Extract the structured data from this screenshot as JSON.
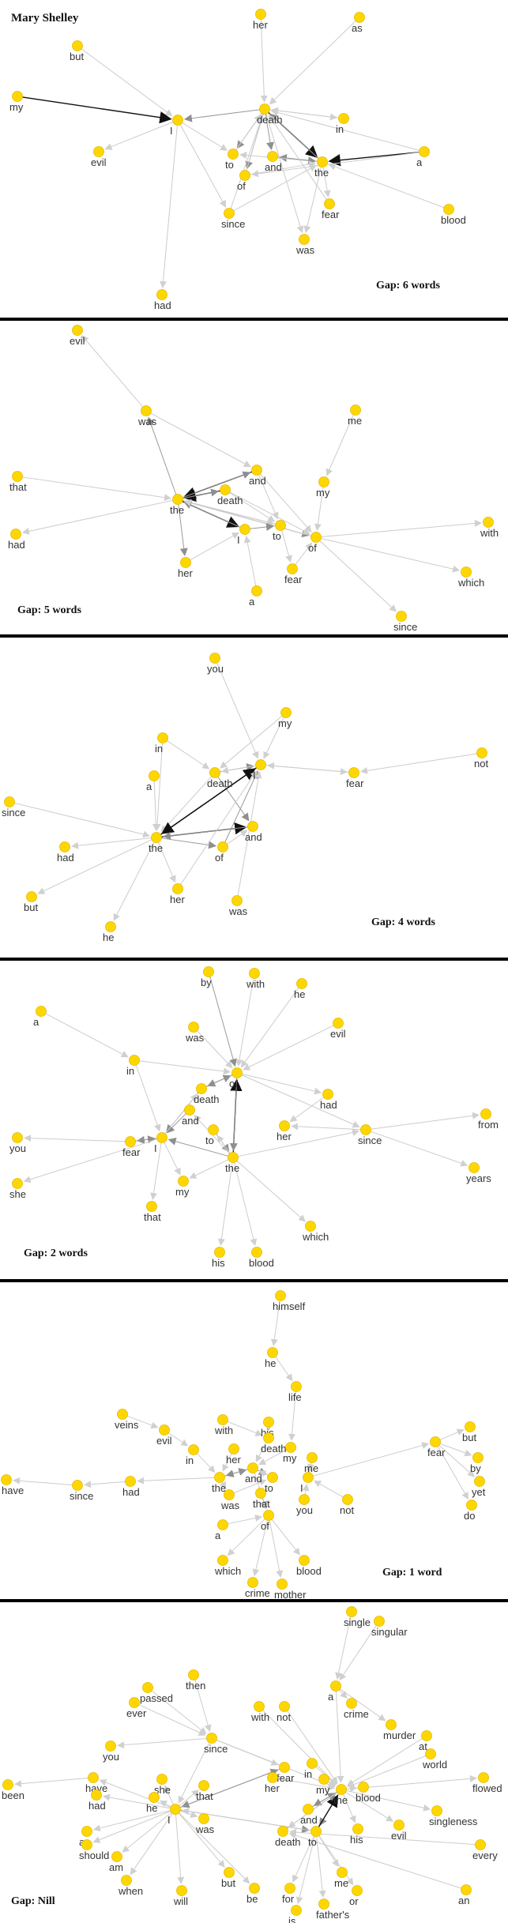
{
  "title": "Mary Shelley",
  "colors": {
    "node": "#FFD700",
    "node_stroke": "#E5B800",
    "separator": "#000000",
    "edge_light": "#CCCCCC",
    "edge_mid": "#999999",
    "edge_dark": "#111111"
  },
  "panels": [
    {
      "id": "gap-6",
      "label": "Gap: 6 words",
      "nodes": [
        "her",
        "as",
        "but",
        "my",
        "I",
        "death",
        "in",
        "evil",
        "to",
        "and",
        "the",
        "a",
        "of",
        "fear",
        "since",
        "blood",
        "was",
        "had"
      ],
      "edges": [
        [
          "but",
          "I",
          1
        ],
        [
          "my",
          "I",
          3
        ],
        [
          "I",
          "evil",
          1
        ],
        [
          "I",
          "to",
          1
        ],
        [
          "I",
          "since",
          1
        ],
        [
          "I",
          "had",
          1
        ],
        [
          "death",
          "I",
          2
        ],
        [
          "death",
          "the",
          3
        ],
        [
          "death",
          "to",
          2
        ],
        [
          "death",
          "and",
          2
        ],
        [
          "death",
          "of",
          2
        ],
        [
          "her",
          "death",
          1
        ],
        [
          "as",
          "death",
          1
        ],
        [
          "in",
          "death",
          1
        ],
        [
          "death",
          "in",
          1
        ],
        [
          "the",
          "death",
          2
        ],
        [
          "the",
          "and",
          2
        ],
        [
          "the",
          "to",
          1
        ],
        [
          "a",
          "the",
          3
        ],
        [
          "a",
          "death",
          1
        ],
        [
          "a",
          "of",
          1
        ],
        [
          "and",
          "the",
          2
        ],
        [
          "of",
          "the",
          1
        ],
        [
          "since",
          "the",
          1
        ],
        [
          "blood",
          "the",
          1
        ],
        [
          "the",
          "fear",
          1
        ],
        [
          "death",
          "was",
          1
        ],
        [
          "the",
          "was",
          1
        ],
        [
          "fear",
          "death",
          1
        ],
        [
          "to",
          "death",
          1
        ],
        [
          "of",
          "death",
          1
        ],
        [
          "since",
          "death",
          1
        ]
      ]
    },
    {
      "id": "gap-5",
      "label": "Gap: 5 words",
      "nodes": [
        "evil",
        "was",
        "me",
        "that",
        "and",
        "death",
        "my",
        "the",
        "had",
        "I",
        "to",
        "of",
        "with",
        "her",
        "fear",
        "which",
        "a",
        "since"
      ],
      "edges": [
        [
          "was",
          "evil",
          1
        ],
        [
          "the",
          "was",
          2
        ],
        [
          "that",
          "the",
          1
        ],
        [
          "the",
          "had",
          1
        ],
        [
          "death",
          "the",
          3
        ],
        [
          "and",
          "the",
          3
        ],
        [
          "the",
          "and",
          2
        ],
        [
          "the",
          "death",
          2
        ],
        [
          "the",
          "her",
          2
        ],
        [
          "the",
          "I",
          3
        ],
        [
          "I",
          "the",
          2
        ],
        [
          "the",
          "to",
          1
        ],
        [
          "to",
          "the",
          1
        ],
        [
          "the",
          "of",
          2
        ],
        [
          "of",
          "the",
          1
        ],
        [
          "I",
          "to",
          2
        ],
        [
          "death",
          "of",
          1
        ],
        [
          "and",
          "of",
          1
        ],
        [
          "me",
          "my",
          1
        ],
        [
          "my",
          "of",
          1
        ],
        [
          "of",
          "with",
          1
        ],
        [
          "of",
          "which",
          1
        ],
        [
          "of",
          "since",
          1
        ],
        [
          "fear",
          "of",
          1
        ],
        [
          "a",
          "I",
          1
        ],
        [
          "her",
          "I",
          1
        ],
        [
          "to",
          "fear",
          1
        ],
        [
          "death",
          "to",
          1
        ],
        [
          "and",
          "to",
          1
        ],
        [
          "was",
          "and",
          1
        ]
      ]
    },
    {
      "id": "gap-4",
      "label": "Gap: 4 words",
      "nodes": [
        "you",
        "my",
        "not",
        "in",
        "fear",
        "death",
        "I",
        "a",
        "since",
        "the",
        "and",
        "had",
        "of",
        "her",
        "but",
        "was",
        "he"
      ],
      "edges": [
        [
          "you",
          "I",
          1
        ],
        [
          "my",
          "I",
          1
        ],
        [
          "not",
          "fear",
          1
        ],
        [
          "fear",
          "I",
          1
        ],
        [
          "I",
          "fear",
          1
        ],
        [
          "death",
          "I",
          2
        ],
        [
          "death",
          "and",
          2
        ],
        [
          "death",
          "the",
          1
        ],
        [
          "the",
          "I",
          3
        ],
        [
          "I",
          "the",
          3
        ],
        [
          "the",
          "and",
          3
        ],
        [
          "and",
          "the",
          2
        ],
        [
          "the",
          "of",
          2
        ],
        [
          "of",
          "I",
          2
        ],
        [
          "of",
          "and",
          1
        ],
        [
          "in",
          "the",
          1
        ],
        [
          "a",
          "the",
          1
        ],
        [
          "since",
          "the",
          1
        ],
        [
          "the",
          "had",
          1
        ],
        [
          "the",
          "but",
          1
        ],
        [
          "the",
          "he",
          1
        ],
        [
          "the",
          "her",
          1
        ],
        [
          "was",
          "I",
          1
        ],
        [
          "her",
          "I",
          1
        ],
        [
          "my",
          "death",
          1
        ],
        [
          "in",
          "death",
          1
        ],
        [
          "I",
          "death",
          1
        ]
      ]
    },
    {
      "id": "gap-2",
      "label": "Gap: 2 words",
      "nodes": [
        "by",
        "with",
        "he",
        "a",
        "was",
        "evil",
        "in",
        "of",
        "death",
        "had",
        "and",
        "to",
        "her",
        "since",
        "from",
        "you",
        "fear",
        "I",
        "the",
        "she",
        "my",
        "years",
        "that",
        "which",
        "his",
        "blood"
      ],
      "edges": [
        [
          "by",
          "of",
          2
        ],
        [
          "with",
          "of",
          1
        ],
        [
          "he",
          "of",
          1
        ],
        [
          "a",
          "in",
          1
        ],
        [
          "was",
          "of",
          1
        ],
        [
          "evil",
          "of",
          1
        ],
        [
          "in",
          "of",
          1
        ],
        [
          "in",
          "I",
          1
        ],
        [
          "death",
          "of",
          2
        ],
        [
          "of",
          "death",
          2
        ],
        [
          "the",
          "of",
          3
        ],
        [
          "of",
          "the",
          2
        ],
        [
          "of",
          "had",
          1
        ],
        [
          "of",
          "since",
          1
        ],
        [
          "had",
          "her",
          1
        ],
        [
          "since",
          "her",
          1
        ],
        [
          "since",
          "from",
          1
        ],
        [
          "since",
          "years",
          1
        ],
        [
          "and",
          "I",
          2
        ],
        [
          "to",
          "the",
          2
        ],
        [
          "the",
          "to",
          1
        ],
        [
          "death",
          "I",
          2
        ],
        [
          "I",
          "death",
          1
        ],
        [
          "I",
          "fear",
          2
        ],
        [
          "fear",
          "I",
          2
        ],
        [
          "fear",
          "you",
          1
        ],
        [
          "I",
          "she",
          1
        ],
        [
          "I",
          "my",
          1
        ],
        [
          "I",
          "that",
          1
        ],
        [
          "the",
          "I",
          2
        ],
        [
          "the",
          "my",
          1
        ],
        [
          "the",
          "his",
          1
        ],
        [
          "the",
          "blood",
          1
        ],
        [
          "the",
          "which",
          1
        ],
        [
          "the",
          "since",
          1
        ],
        [
          "the",
          "and",
          1
        ]
      ]
    },
    {
      "id": "gap-1",
      "label": "Gap: 1 word",
      "nodes": [
        "himself",
        "he",
        "life",
        "veins",
        "with",
        "his",
        "evil",
        "death",
        "my",
        "in",
        "her",
        "me",
        "fear",
        "but",
        "by",
        "have",
        "since",
        "had",
        "and",
        "the",
        "to",
        "I",
        "was",
        "that",
        "you",
        "not",
        "yet",
        "do",
        "a",
        "of",
        "which",
        "blood",
        "crime",
        "mother"
      ],
      "edges": [
        [
          "himself",
          "he",
          1
        ],
        [
          "he",
          "life",
          1
        ],
        [
          "life",
          "my",
          1
        ],
        [
          "veins",
          "evil",
          1
        ],
        [
          "evil",
          "in",
          1
        ],
        [
          "in",
          "the",
          1
        ],
        [
          "with",
          "death",
          1
        ],
        [
          "his",
          "death",
          1
        ],
        [
          "her",
          "the",
          1
        ],
        [
          "death",
          "and",
          1
        ],
        [
          "my",
          "and",
          1
        ],
        [
          "me",
          "I",
          1
        ],
        [
          "I",
          "me",
          1
        ],
        [
          "I",
          "fear",
          1
        ],
        [
          "fear",
          "but",
          1
        ],
        [
          "fear",
          "by",
          1
        ],
        [
          "fear",
          "yet",
          1
        ],
        [
          "fear",
          "do",
          1
        ],
        [
          "since",
          "have",
          1
        ],
        [
          "had",
          "since",
          1
        ],
        [
          "the",
          "had",
          1
        ],
        [
          "the",
          "and",
          2
        ],
        [
          "and",
          "the",
          2
        ],
        [
          "and",
          "to",
          2
        ],
        [
          "to",
          "and",
          1
        ],
        [
          "that",
          "of",
          2
        ],
        [
          "and",
          "of",
          1
        ],
        [
          "was",
          "to",
          1
        ],
        [
          "you",
          "I",
          1
        ],
        [
          "not",
          "I",
          1
        ],
        [
          "a",
          "of",
          1
        ],
        [
          "of",
          "which",
          1
        ],
        [
          "of",
          "blood",
          1
        ],
        [
          "of",
          "crime",
          1
        ],
        [
          "of",
          "mother",
          1
        ],
        [
          "the",
          "was",
          1
        ]
      ]
    },
    {
      "id": "gap-nill",
      "label": "Gap: Nill",
      "nodes": [
        "single",
        "singular",
        "a",
        "passed",
        "then",
        "crime",
        "ever",
        "murder",
        "with",
        "not",
        "at",
        "since",
        "you",
        "world",
        "fear",
        "her",
        "in",
        "my",
        "the",
        "been",
        "have",
        "flowed",
        "she",
        "that",
        "blood",
        "had",
        "he",
        "and",
        "I",
        "was",
        "singleness",
        "evil",
        "his",
        "as",
        "death",
        "to",
        "should",
        "every",
        "am",
        "but",
        "me",
        "when",
        "will",
        "be",
        "for",
        "or",
        "an",
        "father's",
        "is"
      ],
      "edges": [
        [
          "single",
          "a",
          1
        ],
        [
          "singular",
          "a",
          1
        ],
        [
          "a",
          "crime",
          1
        ],
        [
          "a",
          "murder",
          1
        ],
        [
          "a",
          "the",
          1
        ],
        [
          "passed",
          "since",
          1
        ],
        [
          "then",
          "since",
          1
        ],
        [
          "ever",
          "since",
          1
        ],
        [
          "since",
          "I",
          1
        ],
        [
          "since",
          "fear",
          1
        ],
        [
          "since",
          "you",
          1
        ],
        [
          "since",
          "the",
          1
        ],
        [
          "with",
          "the",
          1
        ],
        [
          "not",
          "the",
          1
        ],
        [
          "at",
          "the",
          1
        ],
        [
          "world",
          "the",
          1
        ],
        [
          "her",
          "the",
          1
        ],
        [
          "in",
          "the",
          1
        ],
        [
          "my",
          "the",
          1
        ],
        [
          "the",
          "blood",
          1
        ],
        [
          "the",
          "flowed",
          1
        ],
        [
          "the",
          "singleness",
          1
        ],
        [
          "the",
          "evil",
          1
        ],
        [
          "the",
          "his",
          1
        ],
        [
          "fear",
          "I",
          2
        ],
        [
          "I",
          "fear",
          2
        ],
        [
          "I",
          "to",
          2
        ],
        [
          "to",
          "I",
          1
        ],
        [
          "the",
          "to",
          2
        ],
        [
          "to",
          "the",
          3
        ],
        [
          "and",
          "the",
          2
        ],
        [
          "the",
          "and",
          2
        ],
        [
          "death",
          "the",
          2
        ],
        [
          "the",
          "death",
          1
        ],
        [
          "of",
          "to",
          1
        ],
        [
          "have",
          "been",
          1
        ],
        [
          "I",
          "have",
          1
        ],
        [
          "I",
          "had",
          1
        ],
        [
          "I",
          "he",
          1
        ],
        [
          "I",
          "she",
          1
        ],
        [
          "I",
          "that",
          1
        ],
        [
          "I",
          "was",
          1
        ],
        [
          "I",
          "as",
          1
        ],
        [
          "I",
          "should",
          1
        ],
        [
          "I",
          "am",
          1
        ],
        [
          "I",
          "when",
          1
        ],
        [
          "I",
          "will",
          1
        ],
        [
          "I",
          "but",
          1
        ],
        [
          "I",
          "be",
          1
        ],
        [
          "to",
          "me",
          1
        ],
        [
          "to",
          "for",
          1
        ],
        [
          "to",
          "or",
          1
        ],
        [
          "to",
          "is",
          1
        ],
        [
          "to",
          "father's",
          1
        ],
        [
          "every",
          "death",
          1
        ],
        [
          "an",
          "death",
          1
        ]
      ]
    }
  ]
}
